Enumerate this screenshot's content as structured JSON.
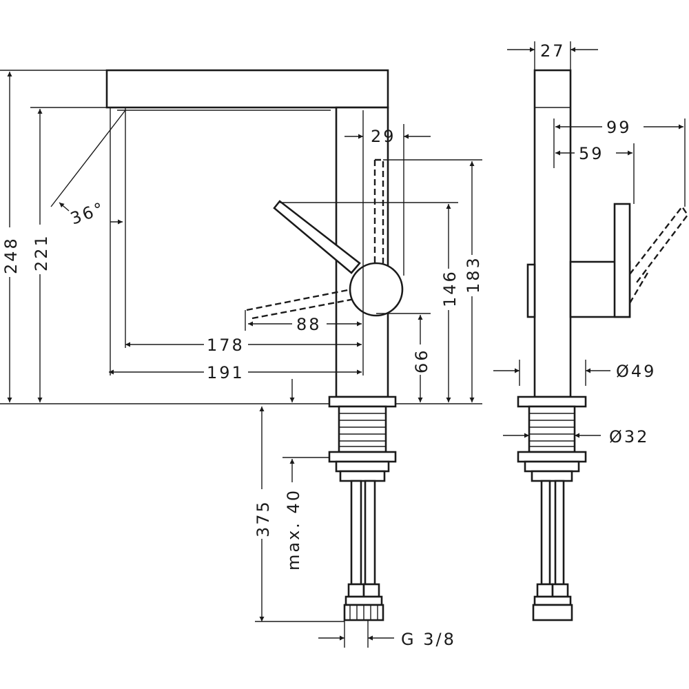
{
  "dimensions": {
    "total_height": "248",
    "spout_height": "221",
    "spout_angle": "36°",
    "spout_reach_inner": "178",
    "spout_reach_outer": "191",
    "lever_offset": "29",
    "lever_reach": "88",
    "lever_axis_height": "66",
    "lever_top_height": "146",
    "lever_open_height": "183",
    "body_width_side": "27",
    "side_lever_reach": "99",
    "side_lever_offset": "59",
    "body_diameter": "Ø49",
    "shank_diameter": "Ø32",
    "supply_length": "375",
    "max_counter_thickness": "max. 40",
    "connection_thread": "G 3/8"
  }
}
